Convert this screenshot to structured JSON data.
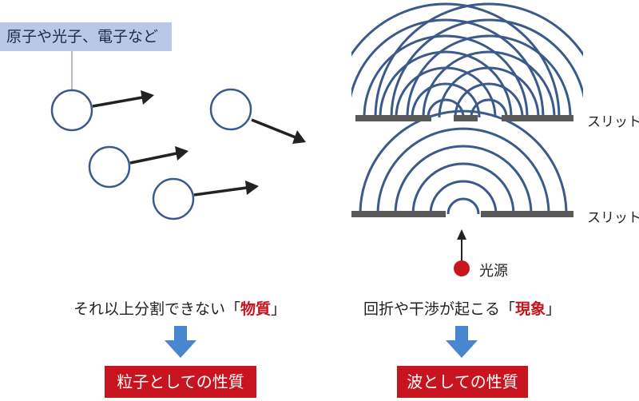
{
  "particle": {
    "label": "原子や光子、電子など",
    "caption_pre": "それ以上分割できない「",
    "caption_highlight": "物質",
    "caption_post": "」",
    "result": "粒子としての性質"
  },
  "wave": {
    "slit_upper": "スリット",
    "slit_lower": "スリット",
    "light_source": "光源",
    "caption_pre": "回折や干渉が起こる「",
    "caption_highlight": "現象",
    "caption_post": "」",
    "result": "波としての性質"
  },
  "colors": {
    "circle": "#3b5a8a",
    "arrow": "#222222",
    "wave_line": "#3b5a8a",
    "slit": "#595959",
    "accent_red": "#c8141e",
    "down_arrow": "#4a86cf",
    "label_bg": "#b9c8e6"
  }
}
